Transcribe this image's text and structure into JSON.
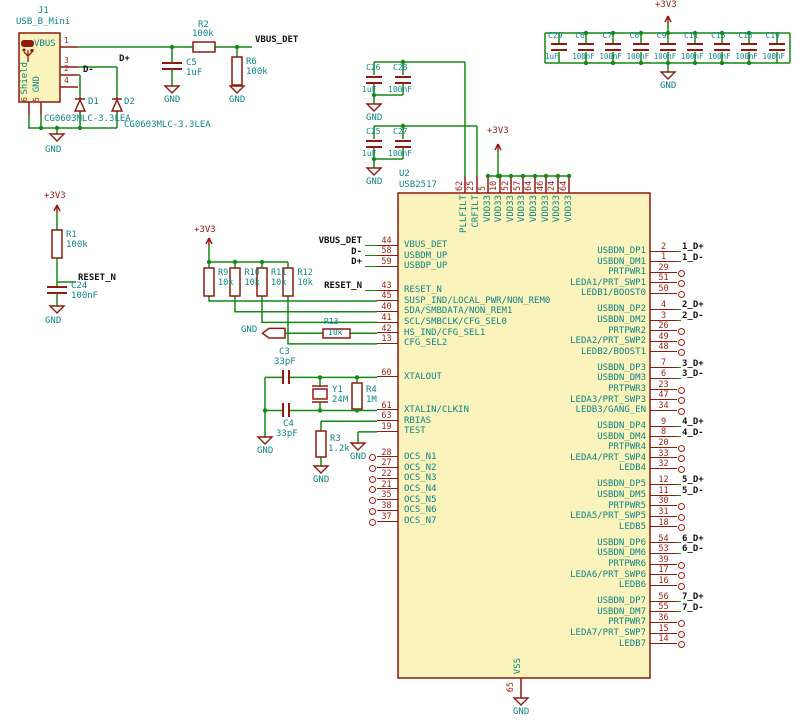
{
  "labels": {
    "vbus_det": "VBUS_DET",
    "dp": "D+",
    "dm": "D-",
    "reset_n": "RESET_N",
    "p3v3": "+3V3",
    "gnd": "GND"
  },
  "j1": {
    "ref": "J1",
    "value": "USB_B_Mini",
    "vbus": "VBUS",
    "shield": "Shield",
    "gnd": "GND",
    "pin_vbus": "1",
    "pin_dp": "3",
    "pin_dm": "2",
    "pin_id": "4",
    "pin_shield": "6",
    "pin_gnd": "5"
  },
  "components": {
    "r1": {
      "ref": "R1",
      "value": "100k"
    },
    "r2": {
      "ref": "R2",
      "value": "100k"
    },
    "r3": {
      "ref": "R3",
      "value": "1.2k"
    },
    "r4": {
      "ref": "R4",
      "value": "1M"
    },
    "r6": {
      "ref": "R6",
      "value": "100k"
    },
    "r13": {
      "ref": "R13",
      "value": "10k"
    },
    "c3": {
      "ref": "C3",
      "value": "33pF"
    },
    "c4": {
      "ref": "C4",
      "value": "33pF"
    },
    "c5": {
      "ref": "C5",
      "value": "1uF"
    },
    "c24": {
      "ref": "C24",
      "value": "100nF"
    },
    "y1": {
      "ref": "Y1",
      "value": "24M"
    },
    "d1": {
      "ref": "D1",
      "value": "CG0603MLC-3.3LEA"
    },
    "d2": {
      "ref": "D2",
      "value": "CG0603MLC-3.3LEA"
    }
  },
  "pullups": [
    {
      "ref": "R9",
      "value": "10k"
    },
    {
      "ref": "R10",
      "value": "10k"
    },
    {
      "ref": "R11",
      "value": "10k"
    },
    {
      "ref": "R12",
      "value": "10k"
    }
  ],
  "cap_bank": [
    {
      "ref": "C29",
      "value": "1uF"
    },
    {
      "ref": "C6",
      "value": "100nF"
    },
    {
      "ref": "C7",
      "value": "100nF"
    },
    {
      "ref": "C8",
      "value": "100nF"
    },
    {
      "ref": "C9",
      "value": "100nF"
    },
    {
      "ref": "C11",
      "value": "100nF"
    },
    {
      "ref": "C13",
      "value": "100nF"
    },
    {
      "ref": "C15",
      "value": "100nF"
    },
    {
      "ref": "C19",
      "value": "100nF"
    }
  ],
  "decoup_a": [
    {
      "ref": "C26",
      "value": "1uF"
    },
    {
      "ref": "C28",
      "value": "100nF"
    }
  ],
  "decoup_b": [
    {
      "ref": "C25",
      "value": "1uF"
    },
    {
      "ref": "C27",
      "value": "100nF"
    }
  ],
  "u2": {
    "ref": "U2",
    "value": "USB2517",
    "top_pins": [
      {
        "num": "62",
        "name": "PLLFILT"
      },
      {
        "num": "25",
        "name": "CRFILT"
      },
      {
        "num": "5",
        "name": "VDD33"
      },
      {
        "num": "10",
        "name": "VDD33"
      },
      {
        "num": "52",
        "name": "VDD33"
      },
      {
        "num": "57",
        "name": "VDD33"
      },
      {
        "num": "64",
        "name": "VDD33"
      },
      {
        "num": "46",
        "name": "VDD33"
      },
      {
        "num": "24",
        "name": "VDD33"
      },
      {
        "num": "64",
        "name": "VDD33"
      }
    ],
    "left_rows": [
      {
        "num": "44",
        "name": "VBUS_DET",
        "net": "VBUS_DET"
      },
      {
        "num": "58",
        "name": "USBDM_UP",
        "net": "D-"
      },
      {
        "num": "59",
        "name": "USBDP_UP",
        "net": "D+"
      },
      {
        "num": "43",
        "name": "RESET_N",
        "net": "RESET_N"
      },
      {
        "num": "45",
        "name": "SUSP_IND/LOCAL_PWR/NON_REM0"
      },
      {
        "num": "40",
        "name": "SDA/SMBDATA/NON_REM1"
      },
      {
        "num": "41",
        "name": "SCL/SMBCLK/CFG_SEL0"
      },
      {
        "num": "42",
        "name": "HS_IND/CFG_SEL1"
      },
      {
        "num": "13",
        "name": "CFG_SEL2"
      },
      {
        "num": "60",
        "name": "XTALOUT"
      },
      {
        "num": "61",
        "name": "XTALIN/CLKIN"
      },
      {
        "num": "63",
        "name": "RBIAS"
      },
      {
        "num": "19",
        "name": "TEST"
      },
      {
        "num": "28",
        "name": "OCS_N1",
        "nc": true
      },
      {
        "num": "27",
        "name": "OCS_N2",
        "nc": true
      },
      {
        "num": "22",
        "name": "OCS_N3",
        "nc": true
      },
      {
        "num": "21",
        "name": "OCS_N4",
        "nc": true
      },
      {
        "num": "35",
        "name": "OCS_N5",
        "nc": true
      },
      {
        "num": "38",
        "name": "OCS_N6",
        "nc": true
      },
      {
        "num": "37",
        "name": "OCS_N7",
        "nc": true
      }
    ],
    "right_rows": [
      {
        "num": "2",
        "name": "USBDN_DP1",
        "net": "1_D+"
      },
      {
        "num": "1",
        "name": "USBDN_DM1",
        "net": "1_D-"
      },
      {
        "num": "29",
        "name": "PRTPWR1",
        "nc": true
      },
      {
        "num": "51",
        "name": "LEDA1/PRT_SWP1",
        "nc": true
      },
      {
        "num": "50",
        "name": "LEDB1/BOOST0",
        "nc": true
      },
      {
        "num": "4",
        "name": "USBDN_DP2",
        "net": "2_D+"
      },
      {
        "num": "3",
        "name": "USBDN_DM2",
        "net": "2_D-"
      },
      {
        "num": "26",
        "name": "PRTPWR2",
        "nc": true
      },
      {
        "num": "49",
        "name": "LEDA2/PRT_SWP2",
        "nc": true
      },
      {
        "num": "48",
        "name": "LEDB2/BOOST1",
        "nc": true
      },
      {
        "num": "7",
        "name": "USBDN_DP3",
        "net": "3_D+"
      },
      {
        "num": "6",
        "name": "USBDN_DM3",
        "net": "3_D-"
      },
      {
        "num": "23",
        "name": "PRTPWR3",
        "nc": true
      },
      {
        "num": "47",
        "name": "LEDA3/PRT_SWP3",
        "nc": true
      },
      {
        "num": "34",
        "name": "LEDB3/GANG_EN",
        "nc": true
      },
      {
        "num": "9",
        "name": "USBDN_DP4",
        "net": "4_D+"
      },
      {
        "num": "8",
        "name": "USBDN_DM4",
        "net": "4_D-"
      },
      {
        "num": "20",
        "name": "PRTPWR4",
        "nc": true
      },
      {
        "num": "33",
        "name": "LEDA4/PRT_SWP4",
        "nc": true
      },
      {
        "num": "32",
        "name": "LEDB4",
        "nc": true
      },
      {
        "num": "12",
        "name": "USBDN_DP5",
        "net": "5_D+"
      },
      {
        "num": "11",
        "name": "USBDN_DM5",
        "net": "5_D-"
      },
      {
        "num": "30",
        "name": "PRTPWR5",
        "nc": true
      },
      {
        "num": "31",
        "name": "LEDA5/PRT_SWP5",
        "nc": true
      },
      {
        "num": "18",
        "name": "LEDB5",
        "nc": true
      },
      {
        "num": "54",
        "name": "USBDN_DP6",
        "net": "6_D+"
      },
      {
        "num": "53",
        "name": "USBDN_DM6",
        "net": "6_D-"
      },
      {
        "num": "39",
        "name": "PRTPWR6",
        "nc": true
      },
      {
        "num": "17",
        "name": "LEDA6/PRT_SWP6",
        "nc": true
      },
      {
        "num": "16",
        "name": "LEDB6",
        "nc": true
      },
      {
        "num": "56",
        "name": "USBDN_DP7",
        "net": "7_D+"
      },
      {
        "num": "55",
        "name": "USBDN_DM7",
        "net": "7_D-"
      },
      {
        "num": "36",
        "name": "PRTPWR7",
        "nc": true
      },
      {
        "num": "15",
        "name": "LEDA7/PRT_SWP7",
        "nc": true
      },
      {
        "num": "14",
        "name": "LEDB7",
        "nc": true
      }
    ],
    "bottom_pin": {
      "num": "65",
      "name": "VSS"
    }
  }
}
